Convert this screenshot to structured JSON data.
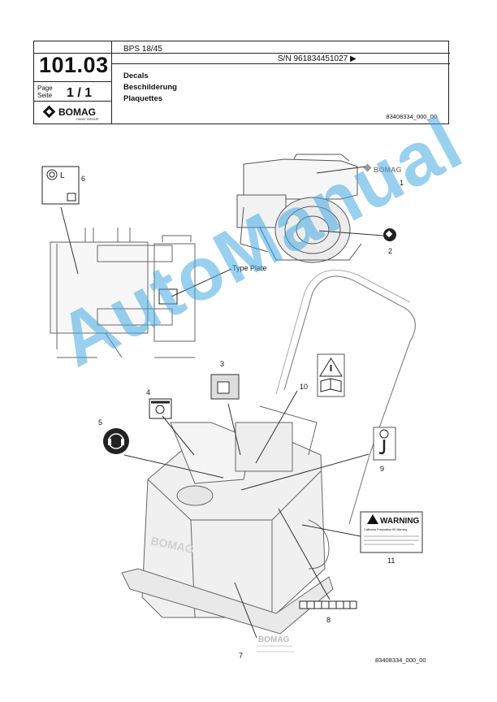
{
  "header": {
    "page_number": "101.03",
    "page_label_en": "Page",
    "page_label_de": "Seite",
    "page_value": "1  /  1",
    "brand": "BOMAG",
    "brand_sub": "FAYAT GROUP",
    "model": "BPS 18/45",
    "serial": "S/N 961834451027  ▶",
    "titles": [
      "Decals",
      "Beschilderung",
      "Plaquettes"
    ],
    "doc_id": "83408334_000_00"
  },
  "figure": {
    "type_plate_label": "Type Plate",
    "warning_title": "WARNING",
    "warning_subtitle": "California Proposition 65 Warning",
    "callouts": [
      "1",
      "2",
      "3",
      "4",
      "5",
      "6",
      "7",
      "8",
      "9",
      "10",
      "11"
    ],
    "decal_6_text": "L",
    "machine_brand": "BOMAG"
  },
  "watermark": "AutoManual",
  "footer_doc_id": "83408334_000_00"
}
